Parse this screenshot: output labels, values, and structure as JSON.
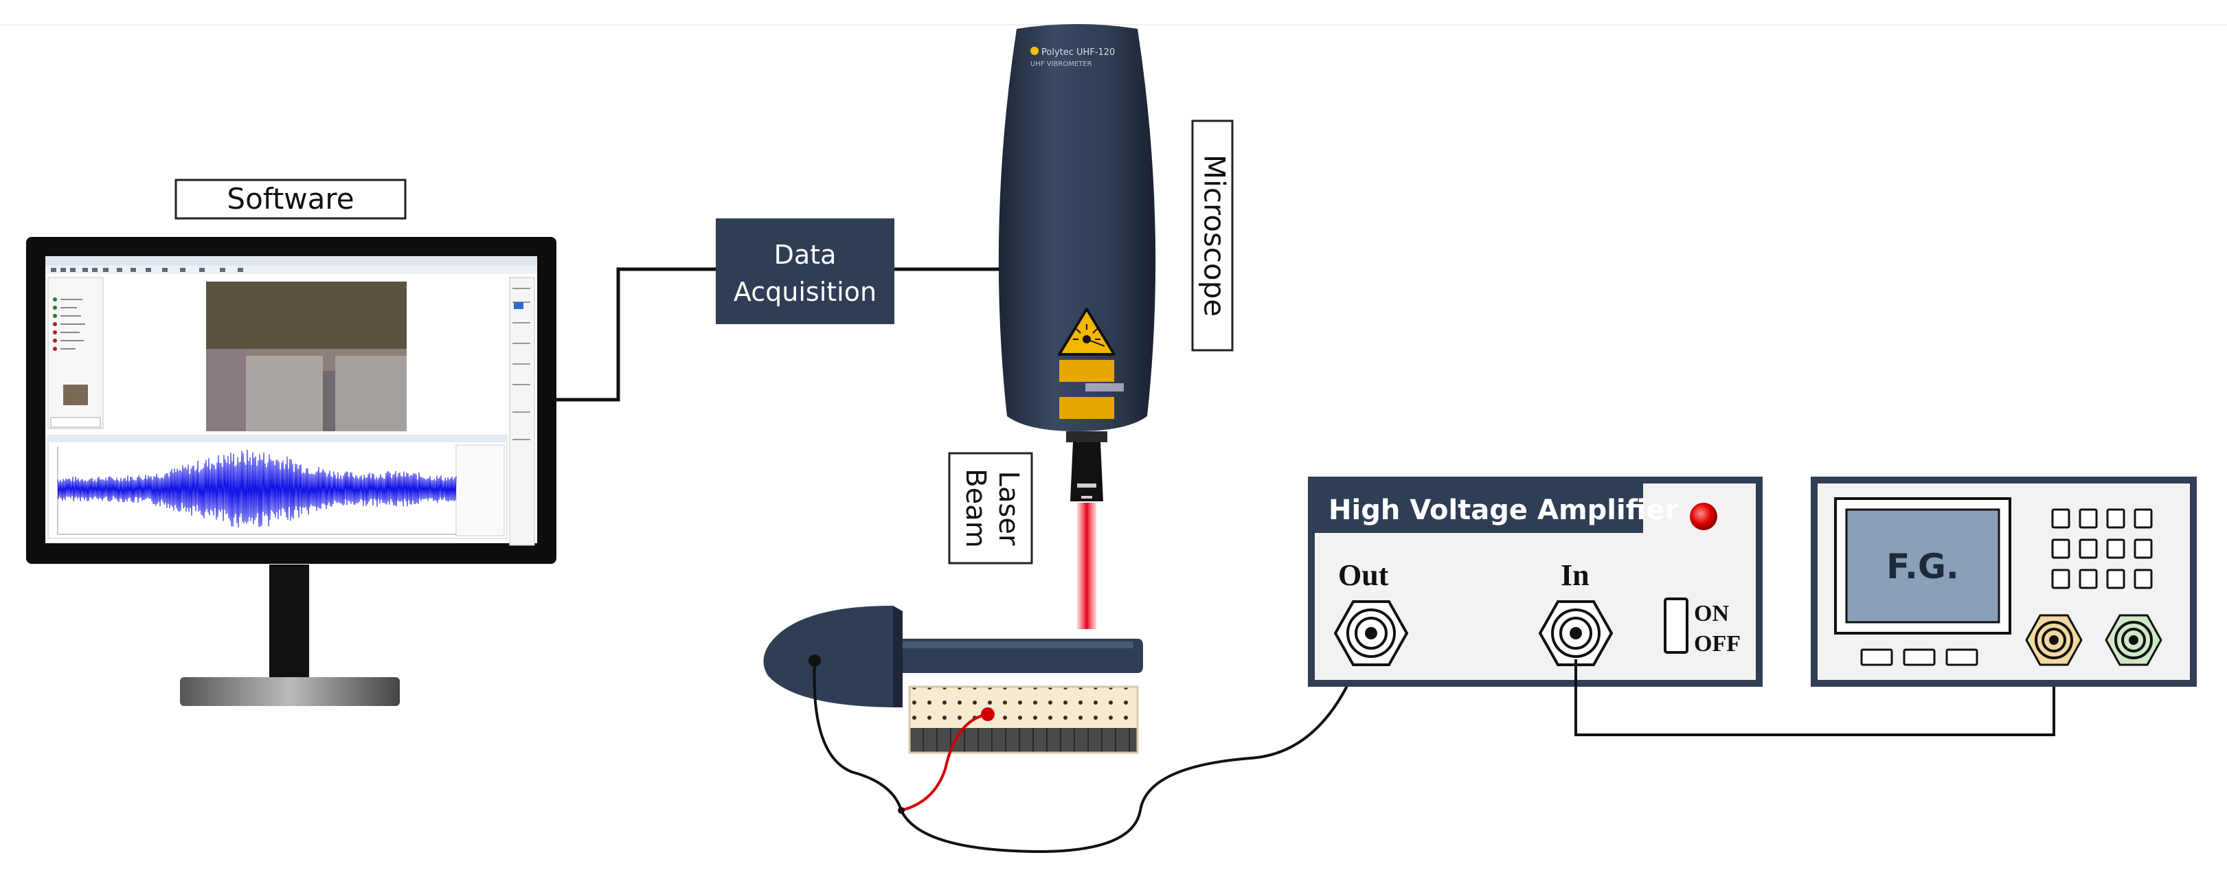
{
  "labels": {
    "software": "Software",
    "data_acquisition_line1": "Data",
    "data_acquisition_line2": "Acquisition",
    "microscope": "Microscope",
    "laser_beam_line1": "Laser",
    "laser_beam_line2": "Beam"
  },
  "amplifier": {
    "title": "High Voltage Amplifier",
    "out_label": "Out",
    "in_label": "In",
    "on_label": "ON",
    "off_label": "OFF"
  },
  "function_generator": {
    "screen_label": "F.G."
  },
  "microscope_branding": {
    "logo_line1": "Polytec  UHF-120",
    "logo_line2": "UHF VIBROMETER"
  },
  "colors": {
    "dark_blue": "#2f3e55",
    "laser_red": "#e3001b",
    "signal_blue": "#1010e6",
    "panel_grey": "#f2f2f2",
    "connector_yellow": "#f3d9a0",
    "connector_green": "#cfe8c7"
  },
  "icons": [
    "monitor-icon",
    "microscope-icon",
    "laser-warning-icon",
    "bnc-connector-icon",
    "power-led-icon",
    "toggle-switch-icon",
    "cantilever-clamp-icon"
  ]
}
